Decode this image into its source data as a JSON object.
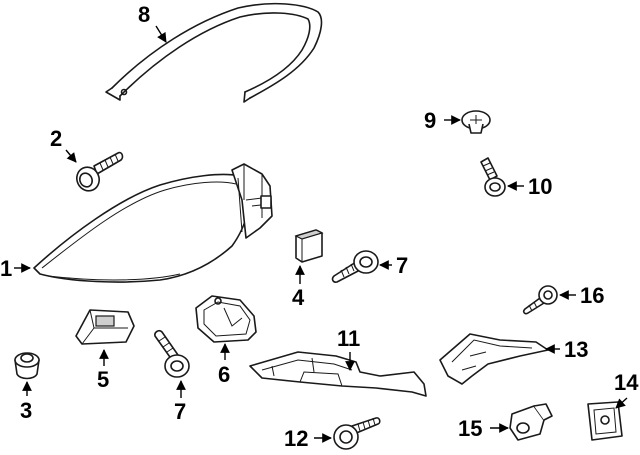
{
  "callouts": {
    "c1": "1",
    "c2": "2",
    "c3": "3",
    "c4": "4",
    "c5": "5",
    "c6": "6",
    "c7a": "7",
    "c7b": "7",
    "c8": "8",
    "c9": "9",
    "c10": "10",
    "c11": "11",
    "c12": "12",
    "c13": "13",
    "c14": "14",
    "c15": "15",
    "c16": "16"
  }
}
